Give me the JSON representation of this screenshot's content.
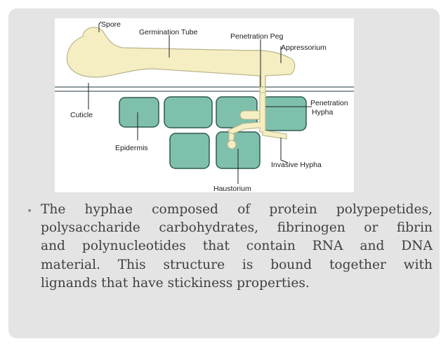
{
  "diagram": {
    "labels": {
      "spore": "Spore",
      "germination_tube": "Germination Tube",
      "penetration_peg": "Penetration Peg",
      "appressorium": "Appressorium",
      "penetration_hypha_line1": "Penetration",
      "penetration_hypha_line2": "Hypha",
      "cuticle": "Cuticle",
      "epidermis": "Epidermis",
      "invasive_hypha": "Invasive Hypha",
      "haustorium": "Haustorium"
    },
    "colors": {
      "fungus_fill": "#f4eec2",
      "fungus_stroke": "#b9b48a",
      "cell_fill": "#7fc0ac",
      "cell_stroke": "#2f5a52",
      "cuticle_line": "#6a7a80",
      "leader_line": "#222222"
    }
  },
  "bullet": {
    "symbol": "•",
    "lines": [
      "The hyphae composed of protein polypepetides,",
      "polysaccharide carbohydrates, fibrinogen or fibrin",
      "and polynucleotides that contain RNA and DNA",
      "material. This structure is bound together with",
      "lignands that have stickiness properties."
    ]
  }
}
